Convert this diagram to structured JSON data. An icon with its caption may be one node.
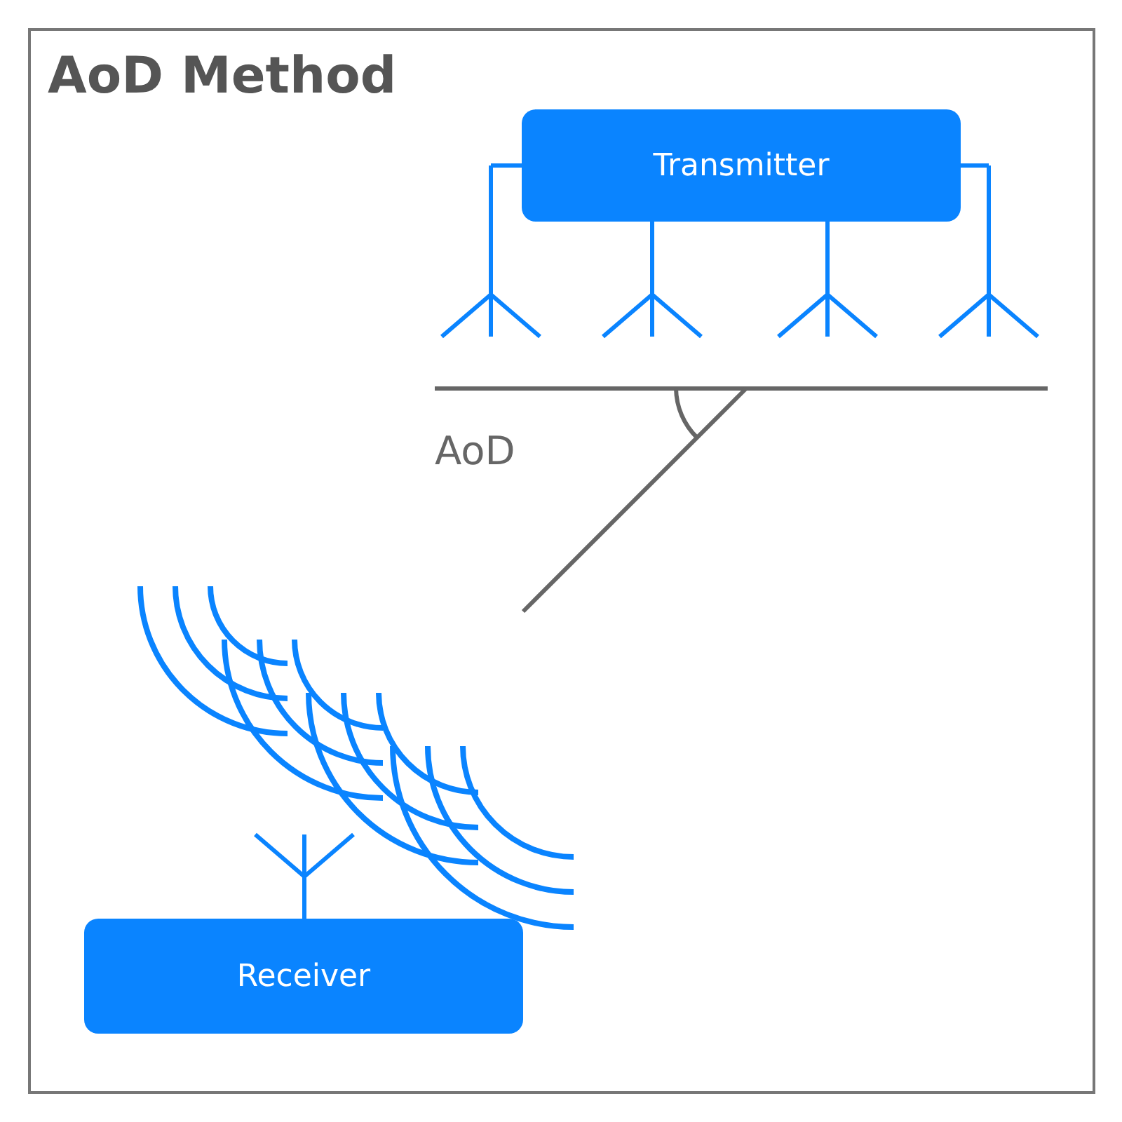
{
  "diagram": {
    "title": "AoD Method",
    "nodes": [
      {
        "text": [
          "Transmitter"
        ]
      },
      {
        "text": [
          "Receiver"
        ]
      }
    ],
    "labels": [
      "AoD"
    ]
  }
}
